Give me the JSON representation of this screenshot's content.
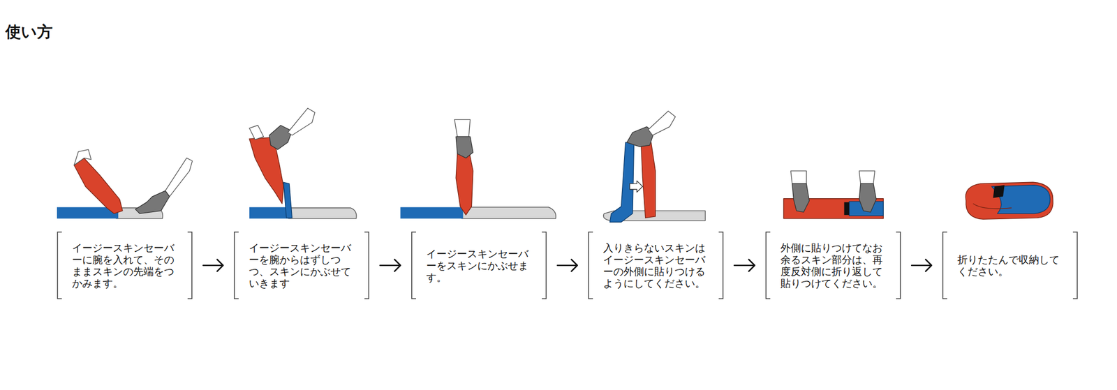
{
  "diagram": {
    "title": "使い方",
    "nodes": [
      {
        "text": [
          "イージースキンセーバーに腕を入れて、そのままスキンの先端をつかみます。"
        ]
      },
      {
        "text": [
          "イージースキンセーバーを腕からはずしつつ、スキンにかぶせていきます"
        ]
      },
      {
        "text": [
          "イージースキンセーバーをスキンにかぶせます。"
        ]
      },
      {
        "text": [
          "入りきらないスキンはイージースキンセーバーの外側に貼りつけるようにしてください。"
        ]
      },
      {
        "text": [
          "外側に貼りつけてなお余るスキン部分は、再度反対側に折り返して貼りつけてください。"
        ]
      },
      {
        "text": [
          "折りたたんで収納してください。"
        ]
      }
    ],
    "edges": [
      {
        "from": 0,
        "to": 1,
        "arrow": "to"
      },
      {
        "from": 1,
        "to": 2,
        "arrow": "to"
      },
      {
        "from": 2,
        "to": 3,
        "arrow": "to"
      },
      {
        "from": 3,
        "to": 4,
        "arrow": "to"
      },
      {
        "from": 4,
        "to": 5,
        "arrow": "to"
      }
    ]
  }
}
